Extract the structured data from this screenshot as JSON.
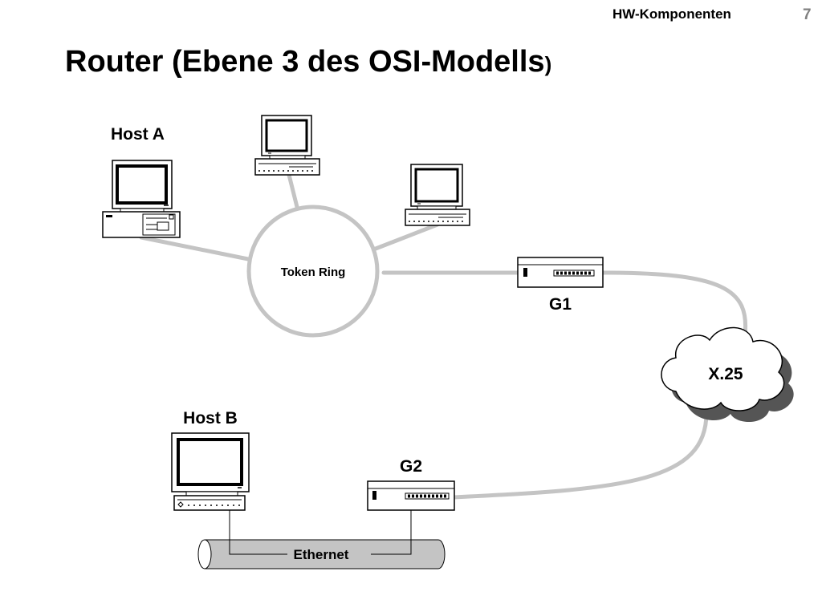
{
  "header": {
    "section": "HW-Komponenten",
    "page_number": "7"
  },
  "title": {
    "main": "Router  (Ebene 3 des OSI-Modells",
    "closing": ")"
  },
  "diagram": {
    "host_a": "Host A",
    "host_b": "Host B",
    "token_ring": "Token Ring",
    "g1": "G1",
    "g2": "G2",
    "x25": "X.25",
    "ethernet": "Ethernet"
  }
}
